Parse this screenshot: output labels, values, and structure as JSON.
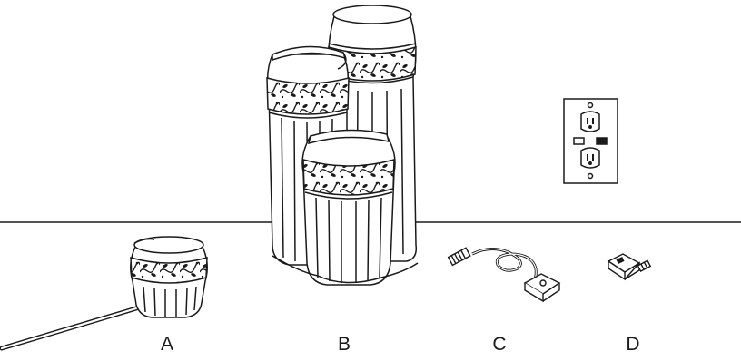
{
  "parts": [
    {
      "label": "A",
      "icon": "small-vase-with-tube-icon"
    },
    {
      "label": "B",
      "icon": "three-vase-fountain-icon"
    },
    {
      "label": "C",
      "icon": "pump-with-cord-icon"
    },
    {
      "label": "D",
      "icon": "power-adapter-icon"
    }
  ],
  "wall_outlet": {
    "icon": "wall-outlet-icon"
  },
  "colors": {
    "line": "#1a1a1a",
    "fill": "#ffffff",
    "pattern": "#1a1a1a"
  }
}
